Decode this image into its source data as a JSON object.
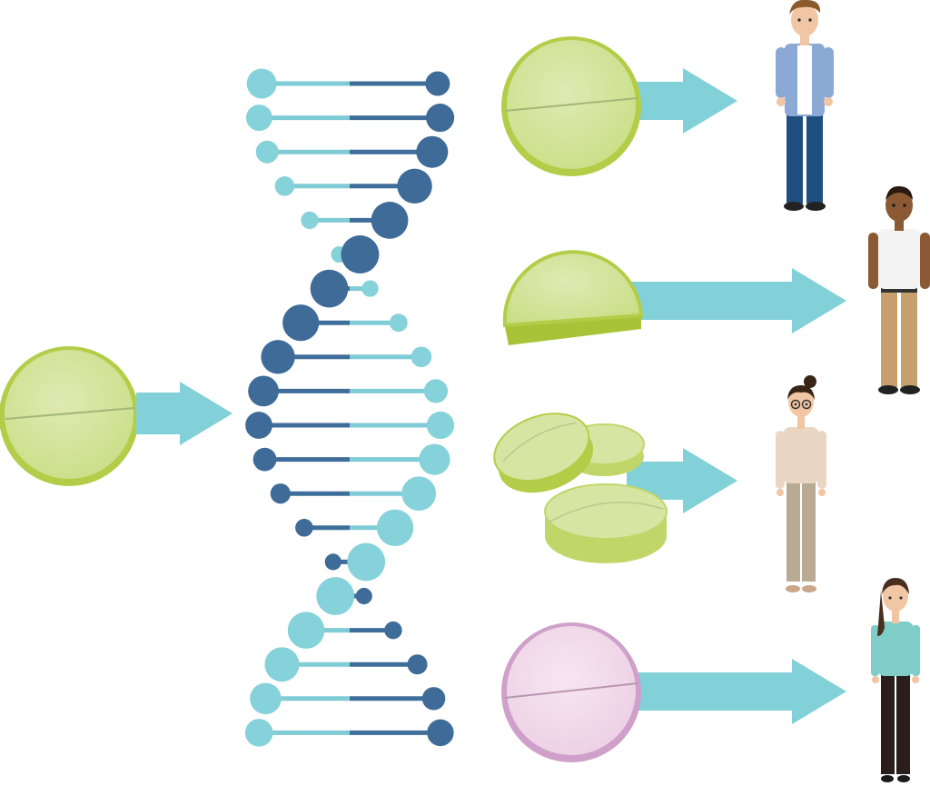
{
  "colors": {
    "background": "#ffffff",
    "arrow": "#82d0d8",
    "pill_green_fill": "#d3e39a",
    "pill_green_rim": "#b4cd49",
    "pill_green_edge": "#a9c338",
    "pill_pink_fill": "#f2dbeb",
    "pill_pink_rim": "#cfa0c9",
    "dna_light": "#86d2da",
    "dna_dark": "#3e6b98",
    "rung_light": "#7fcbd6",
    "rung_dark": "#3f6e9b"
  },
  "diagram": {
    "input_pill": {
      "icon": "whole-pill-icon",
      "color": "green"
    },
    "dna": {
      "icon": "dna-double-helix-icon",
      "base_pairs": 20
    },
    "outcomes": [
      {
        "pill": "whole-pill-icon",
        "pill_color": "green",
        "arrow": "short",
        "person": "man-blue-jacket-icon"
      },
      {
        "pill": "half-pill-icon",
        "pill_color": "green",
        "arrow": "long",
        "person": "man-white-shirt-icon"
      },
      {
        "pill": "pill-fragments-icon",
        "pill_color": "green",
        "arrow": "short",
        "person": "woman-glasses-icon"
      },
      {
        "pill": "whole-pill-icon",
        "pill_color": "pink",
        "arrow": "long",
        "person": "woman-teal-top-icon"
      }
    ]
  }
}
